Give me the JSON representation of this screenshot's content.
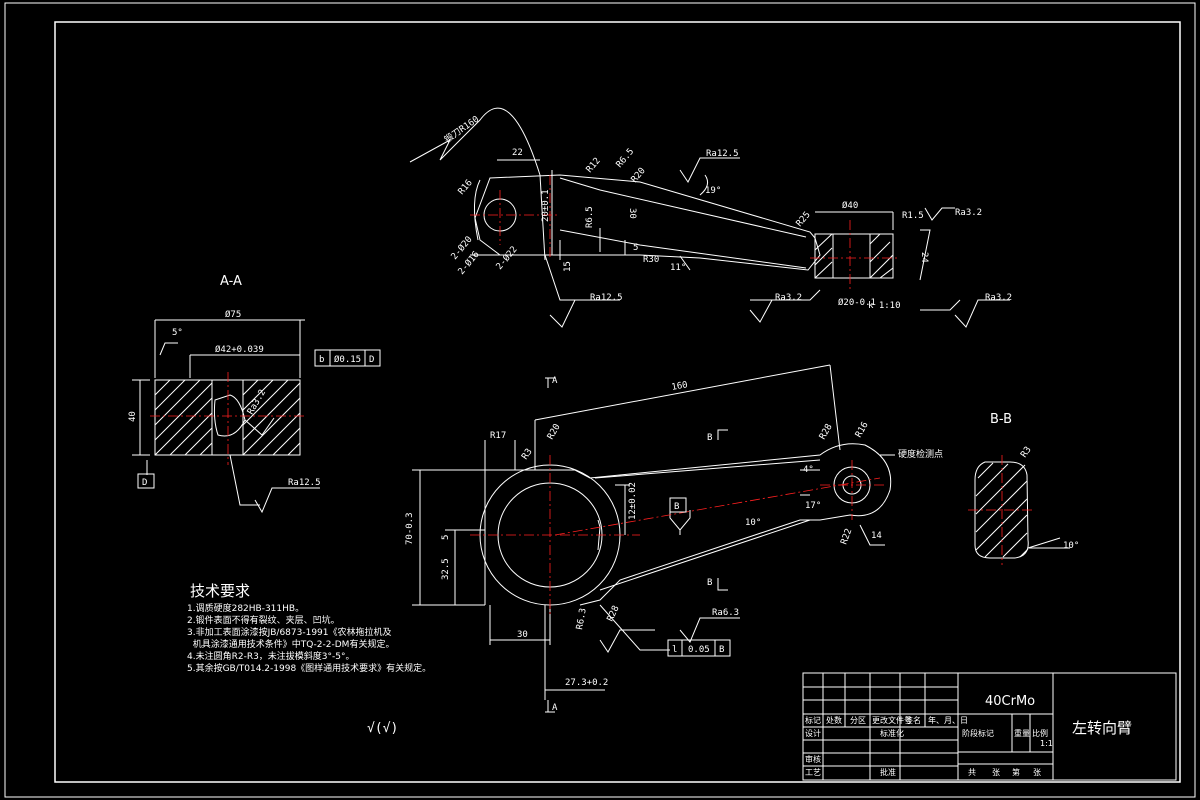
{
  "drawing": {
    "title": "左转向臂",
    "material": "40CrMo",
    "scale": "1:1"
  },
  "views": {
    "section_aa": "A-A",
    "section_bb": "B-B"
  },
  "tech_requirements": {
    "heading": "技术要求",
    "items": [
      "1.调质硬度282HB-311HB。",
      "2.锻件表面不得有裂纹、夹层、凹坑。",
      "3.非加工表面涂漆按JB/6873-1991《农林拖拉机及",
      "  机具涂漆通用技术条件》中TQ-2-2-DM有关规定。",
      "4.未注圆角R2-R3，未注拔模斜度3°-5°。",
      "5.其余按GB/T014.2-1998《图样通用技术要求》有关规定。"
    ]
  },
  "top_view_dims": {
    "d_flash": "锻刀R160",
    "d22": "22",
    "r12": "R12",
    "r6_5": "R6.5",
    "r20a": "R20",
    "ra_top": "Ra12.5",
    "r16": "R16",
    "d30": "30",
    "a19": "19°",
    "r25": "R25",
    "d20": "20±0.1",
    "r6_5b": "R6.5",
    "d5": "5",
    "r30": "R30",
    "a11": "11°",
    "c2x20": "2-Ø20",
    "c2x16": "2-Ø16",
    "c2x22": "2-Ø22",
    "d15": "15",
    "ra_bl": "Ra12.5",
    "ra_bm": "Ra3.2",
    "phi40": "Ø40",
    "r1_5": "R1.5",
    "ra_tr": "Ra3.2",
    "d24": "24",
    "phi20": "Ø20-0.1",
    "taper": "k 1:10",
    "ra_br": "Ra3.2"
  },
  "aa_dims": {
    "phi75": "Ø75",
    "a5": "5°",
    "phi42": "Ø42+0.039",
    "tol_sym": "b",
    "tol_val": "Ø0.15",
    "tol_datum": "D",
    "d40": "40",
    "ra32": "Ra3.2",
    "datum_d": "D",
    "ra125": "Ra12.5"
  },
  "main_dims": {
    "a_top": "A",
    "a_bottom": "A",
    "d160": "160",
    "r17": "R17",
    "r3": "R3",
    "r20": "R20",
    "r28": "R28",
    "r16": "R16",
    "b_top": "B",
    "b_bottom": "B",
    "measure": "硬度检测点",
    "a4": "4°",
    "a17": "17°",
    "a10": "10°",
    "tol12": "12±0.02",
    "datum_b": "B",
    "d70": "70-0.3",
    "d5": "5",
    "d32_5": "32.5",
    "d30": "30",
    "r28b": "R28",
    "r6_3": "R6.3",
    "ra63": "Ra6.3",
    "d14": "14",
    "r22": "R22",
    "d27": "27.3+0.2",
    "tol2_sym": "l",
    "tol2_val": "0.05",
    "tol2_datum": "B"
  },
  "bb_dims": {
    "r3": "R3",
    "a10": "10°"
  },
  "rough_mark": "√(√)",
  "title_block": {
    "row1": [
      "标记",
      "处数",
      "分区",
      "更改文件号",
      "签名",
      "年、月、日"
    ],
    "row2": [
      "设计",
      "",
      "标准化"
    ],
    "row3": [
      "审核",
      ""
    ],
    "row4": [
      "工艺",
      "",
      "批准"
    ],
    "stage": [
      "阶段标记",
      "重量",
      "比例"
    ],
    "bottom": [
      "共",
      "张",
      "第",
      "张"
    ]
  },
  "colors": {
    "line": "#ffffff",
    "center": "#ff2020",
    "hatch": "#ffffff",
    "bg": "#000000"
  }
}
